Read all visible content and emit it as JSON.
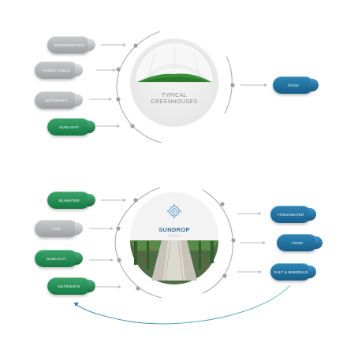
{
  "top": {
    "inputs": [
      {
        "label": "GROUNDWATER",
        "style": "grey"
      },
      {
        "label": "FOSSIL FUELS",
        "style": "grey"
      },
      {
        "label": "NUTRIENTS",
        "style": "grey"
      },
      {
        "label": "SUNLIGHT",
        "style": "green"
      }
    ],
    "center_text": "TYPICAL\nGREENHOUSES",
    "outputs": [
      {
        "label": "FOOD",
        "style": "blue"
      }
    ]
  },
  "bottom": {
    "inputs": [
      {
        "label": "SEAWATER",
        "style": "green"
      },
      {
        "label": "CO2",
        "style": "grey"
      },
      {
        "label": "SUNLIGHT",
        "style": "green"
      },
      {
        "label": "NUTRIENTS",
        "style": "green"
      }
    ],
    "brand": "SUNDROP",
    "brand_sub": "FARMS",
    "outputs": [
      {
        "label": "FRESHWATER",
        "style": "blue"
      },
      {
        "label": "FOOD",
        "style": "blue"
      },
      {
        "label": "SALT & MINERALS",
        "style": "blue"
      }
    ]
  },
  "colors": {
    "grey": "#b3b5b7",
    "green": "#1f8a52",
    "blue": "#1f6f9f",
    "arc": "#9ea0a3",
    "loop": "#4fa7a3"
  }
}
